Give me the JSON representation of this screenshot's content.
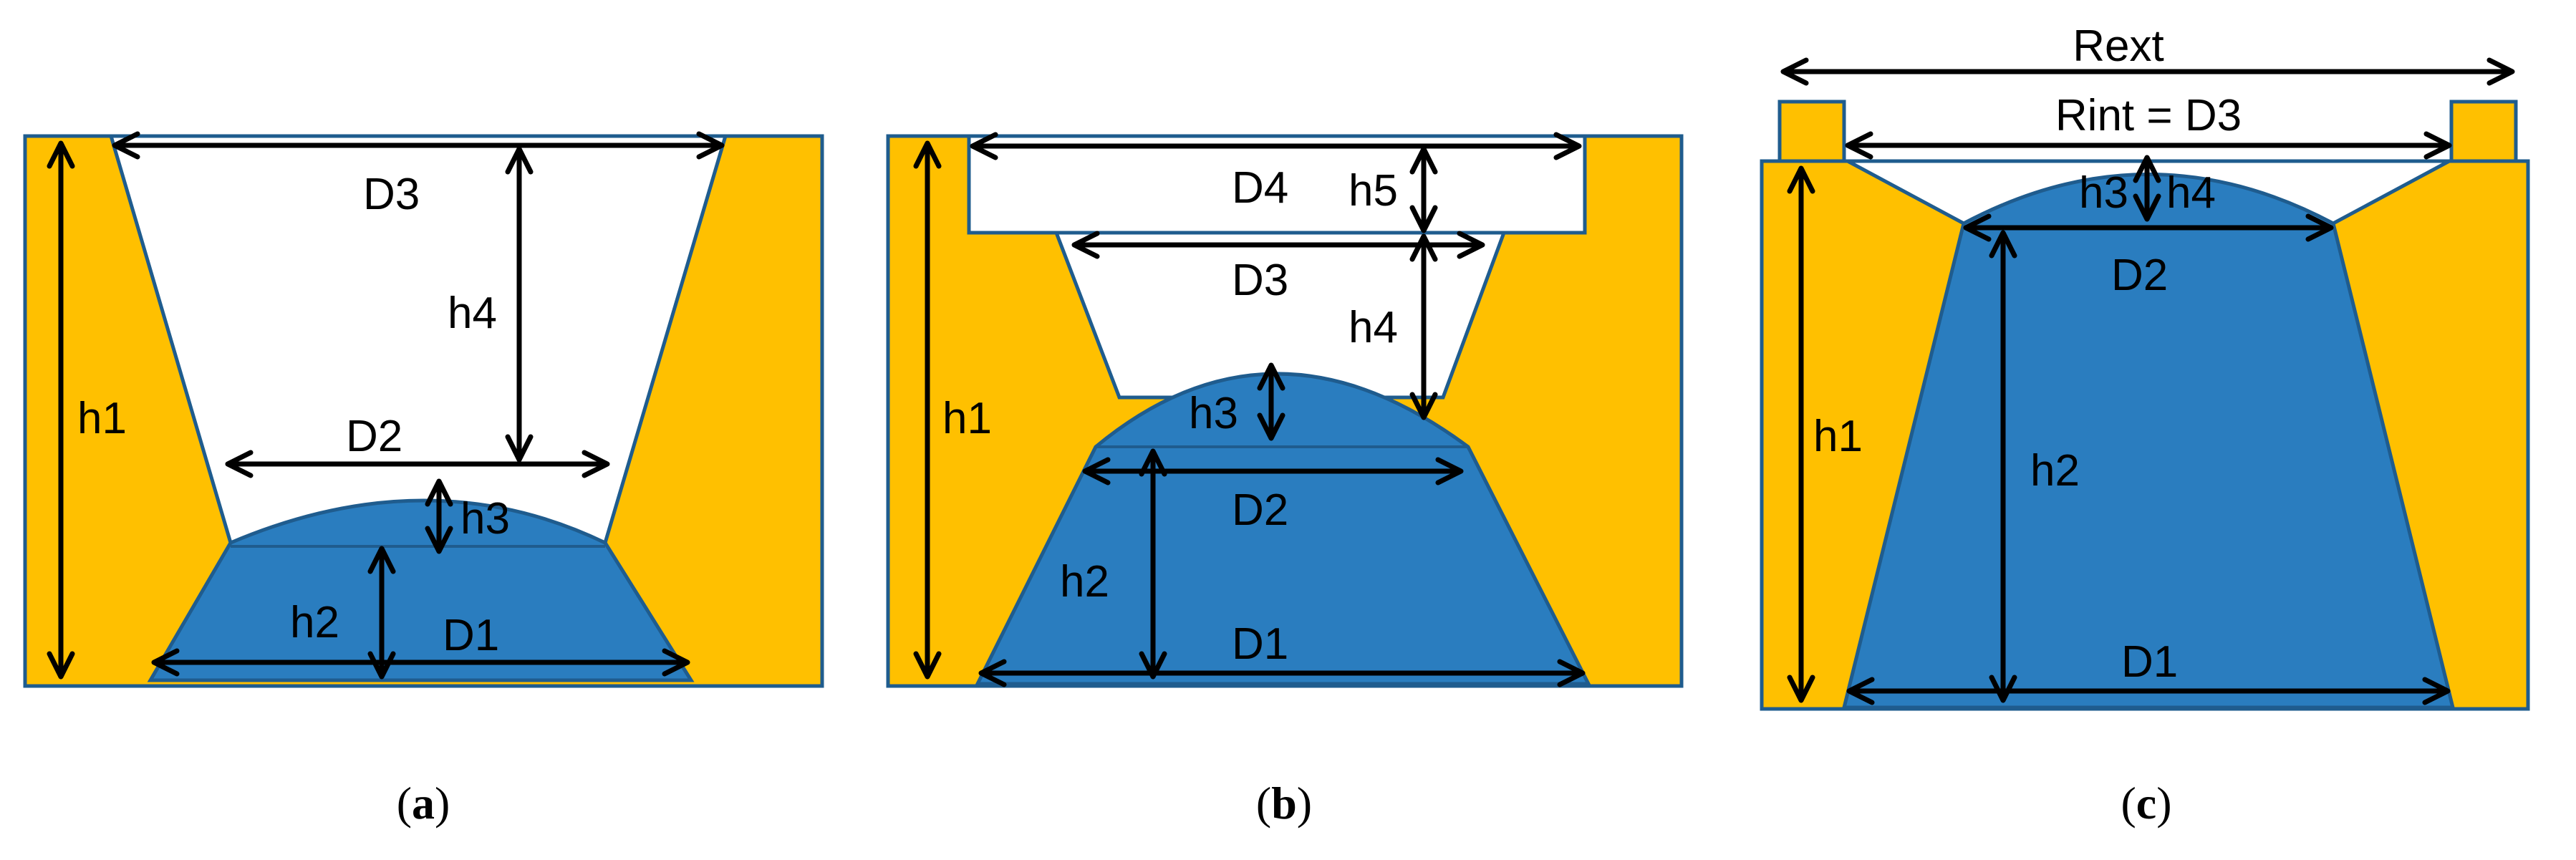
{
  "colors": {
    "substrate": "#FFC000",
    "fill": "#2A7DBF",
    "outline": "#1F5C8E",
    "arrow": "#000000",
    "background": "#FFFFFF"
  },
  "panels": [
    {
      "caption_open": "(",
      "caption_letter": "a",
      "caption_close": ")",
      "labels": {
        "h1": "h1",
        "h2": "h2",
        "h3": "h3",
        "h4": "h4",
        "d1": "D1",
        "d2": "D2",
        "d3": "D3"
      }
    },
    {
      "caption_open": "(",
      "caption_letter": "b",
      "caption_close": ")",
      "labels": {
        "h1": "h1",
        "h2": "h2",
        "h3": "h3",
        "h4": "h4",
        "h5": "h5",
        "d1": "D1",
        "d2": "D2",
        "d3": "D3",
        "d4": "D4"
      }
    },
    {
      "caption_open": "(",
      "caption_letter": "c",
      "caption_close": ")",
      "labels": {
        "h1": "h1",
        "h2": "h2",
        "h3": "h3",
        "h4": "h4",
        "d1": "D1",
        "d2": "D2",
        "rext": "Rext",
        "rint": "Rint = D3"
      }
    }
  ]
}
